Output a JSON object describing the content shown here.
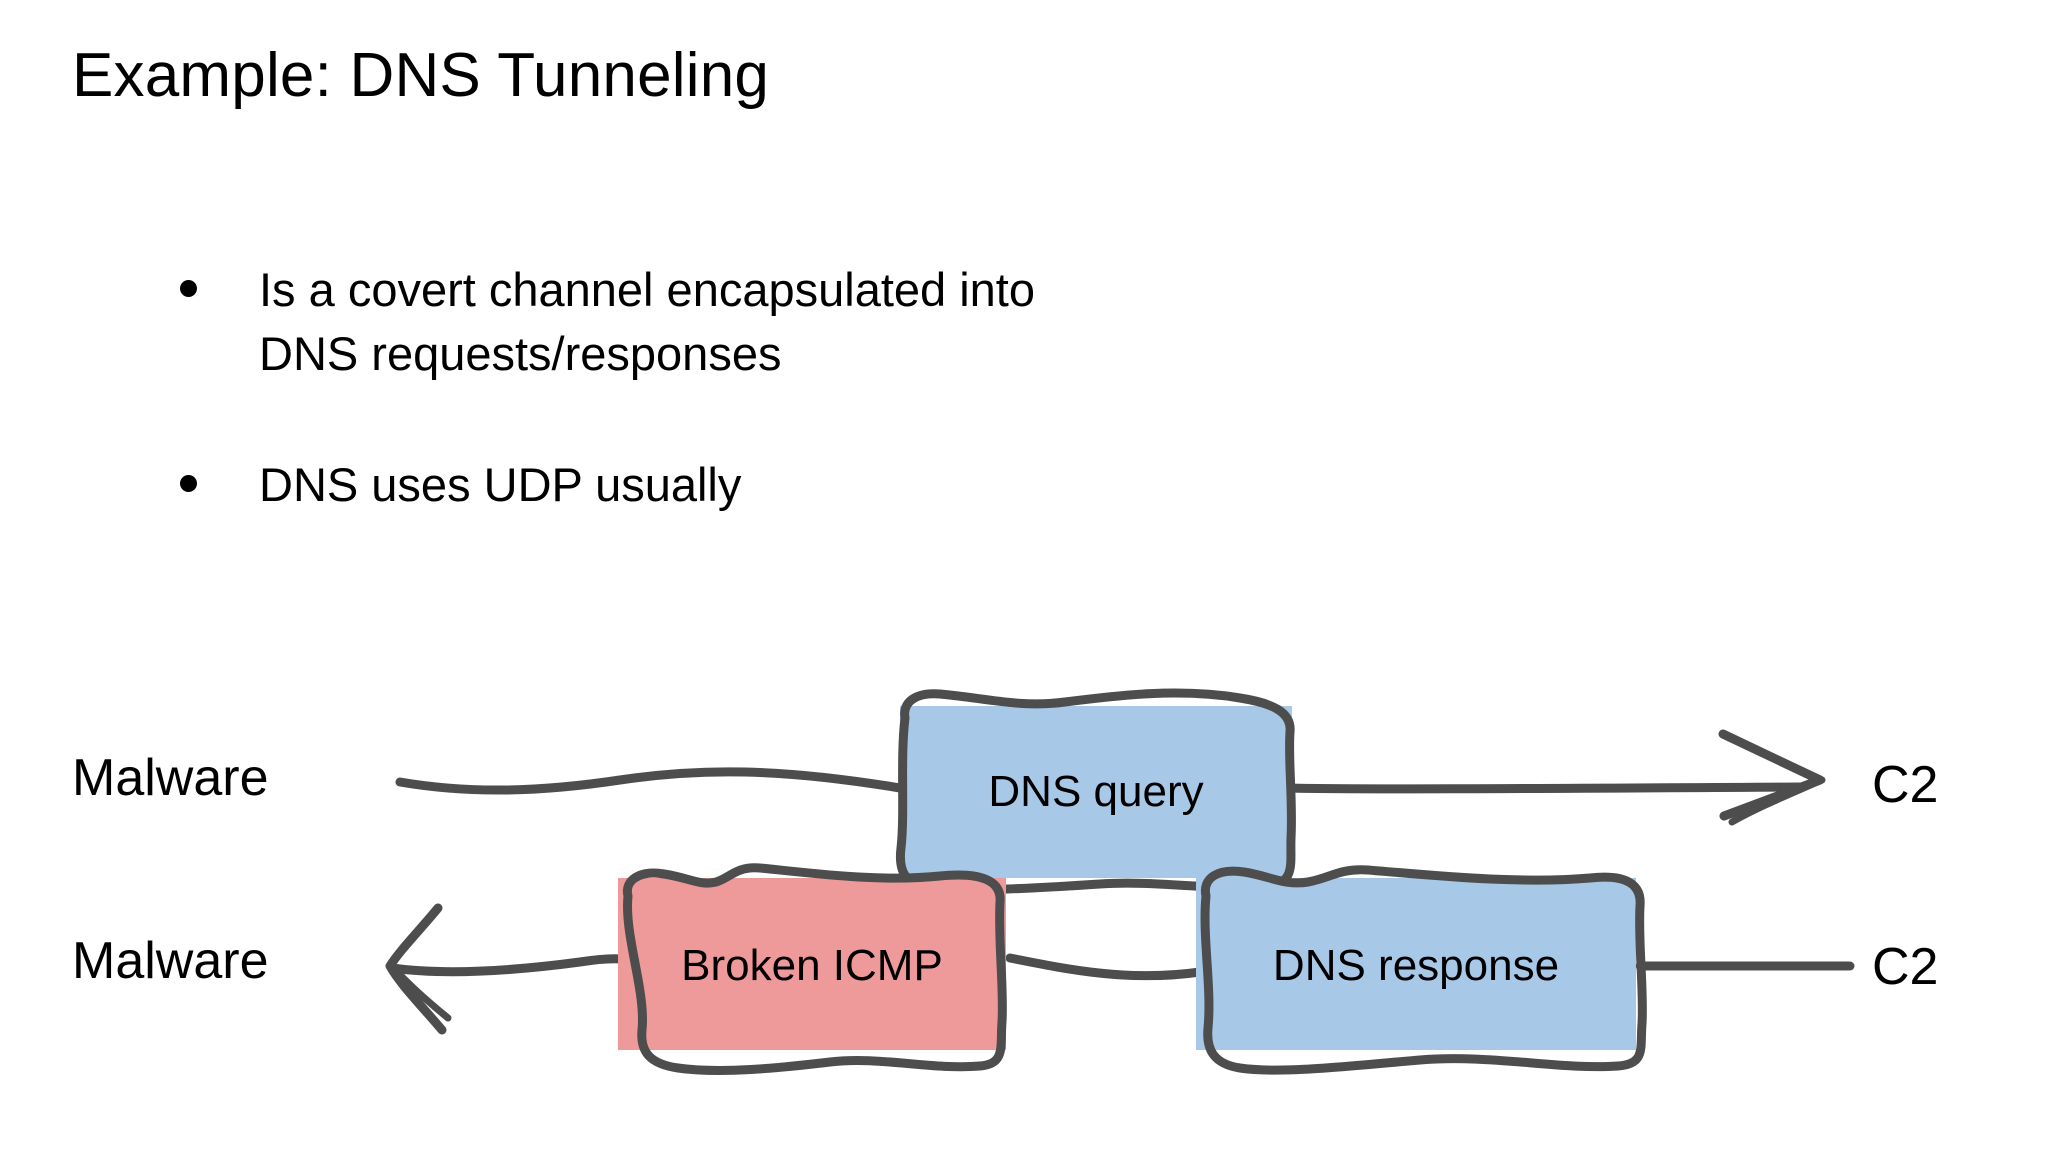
{
  "slide": {
    "title": "Example: DNS Tunneling",
    "background_color": "#ffffff",
    "text_color": "#000000"
  },
  "bullets": [
    {
      "text": "Is a covert channel encapsulated into\nDNS requests/responses"
    },
    {
      "text": "DNS uses UDP usually"
    }
  ],
  "diagram": {
    "type": "sequence-flow",
    "colors": {
      "blue_fill": "#a8c8e8",
      "red_fill": "#ef9a9a",
      "stroke": "#4d4d4d"
    },
    "rows": [
      {
        "name": "dns-query-flow",
        "direction": "left-to-right",
        "source_label": "Malware",
        "target_label": "C2",
        "boxes": [
          {
            "label": "DNS query",
            "color": "#a8c8e8"
          }
        ]
      },
      {
        "name": "dns-response-flow",
        "direction": "right-to-left",
        "source_label": "Malware",
        "target_label": "C2",
        "boxes": [
          {
            "label": "Broken ICMP",
            "color": "#ef9a9a"
          },
          {
            "label": "DNS response",
            "color": "#a8c8e8"
          }
        ]
      }
    ]
  }
}
